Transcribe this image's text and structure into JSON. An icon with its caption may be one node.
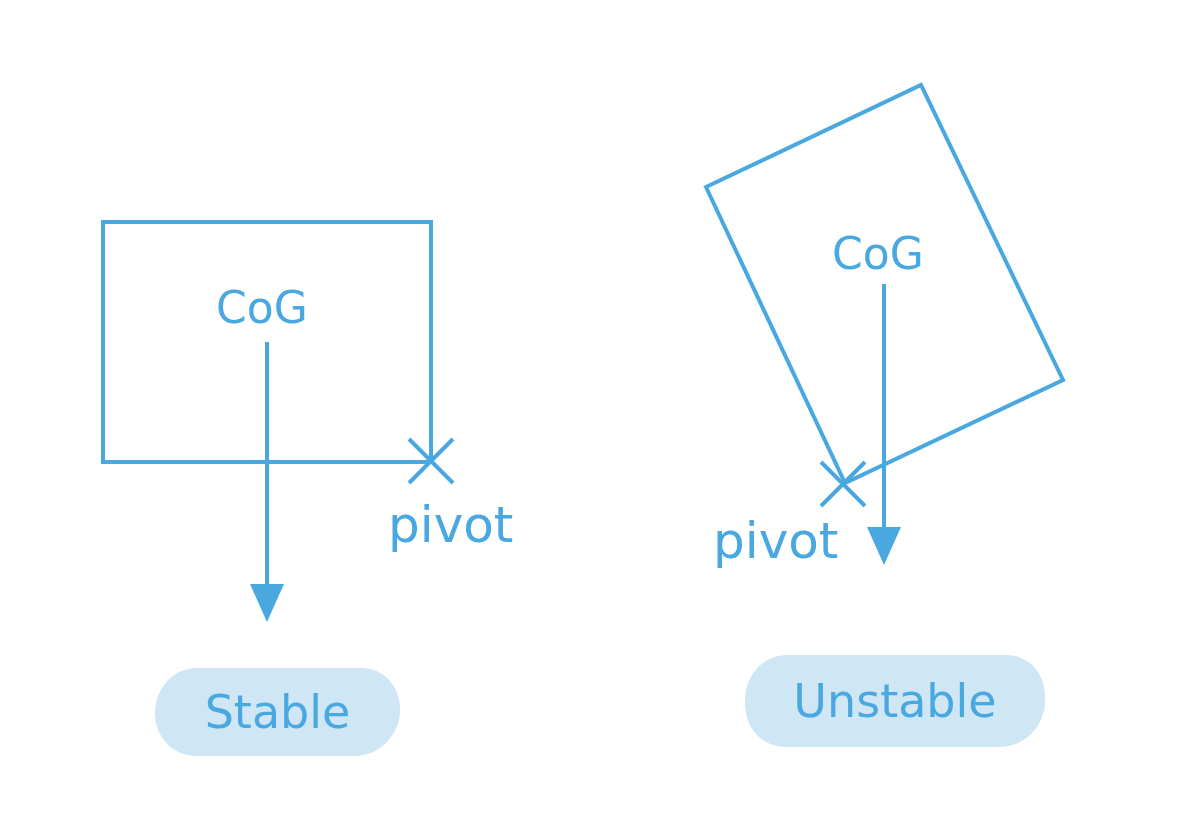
{
  "diagram": {
    "nodes": [
      {
        "text": [
          "CoG"
        ]
      },
      {
        "text": [
          "CoG"
        ]
      },
      {
        "text": [
          "Stable"
        ]
      },
      {
        "text": [
          "Unstable"
        ]
      }
    ],
    "labels": [
      "pivot",
      "pivot"
    ]
  }
}
